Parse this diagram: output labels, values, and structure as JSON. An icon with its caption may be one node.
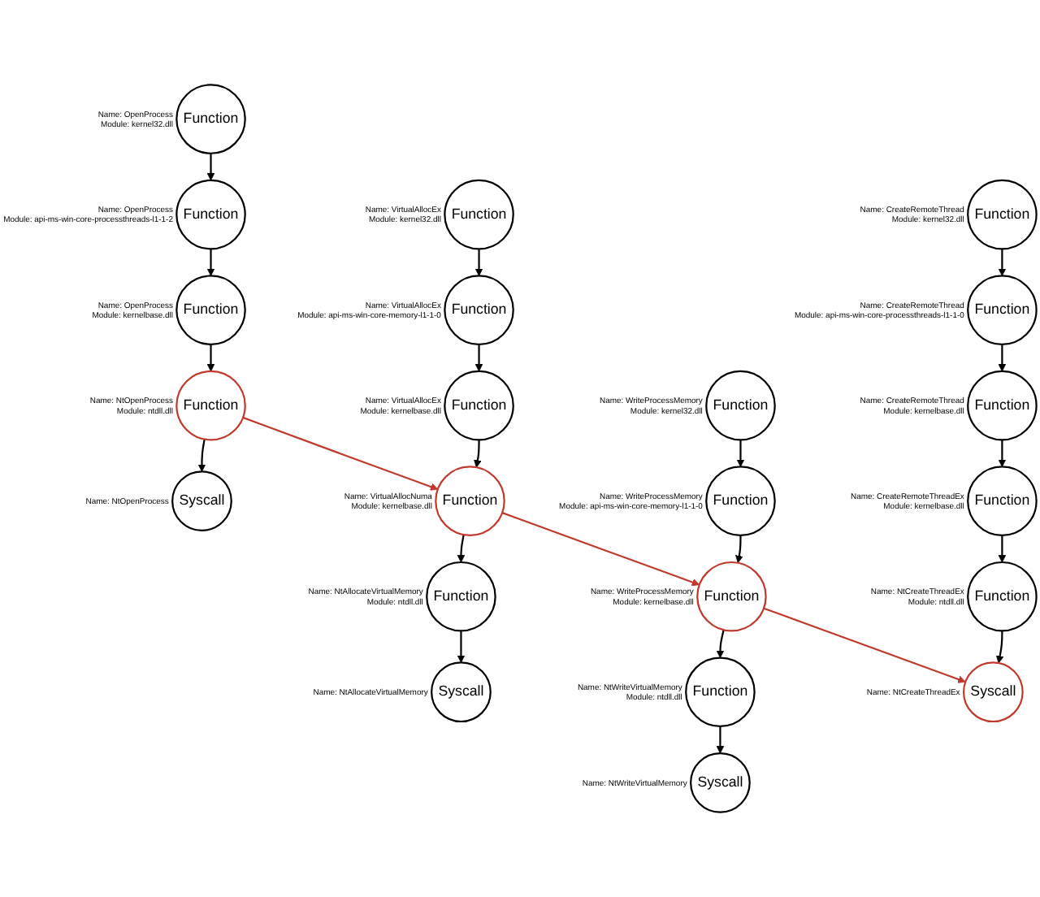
{
  "diagram": {
    "nodes": [
      {
        "text": [
          "Function"
        ],
        "beside": [
          "Name: OpenProcess",
          "Module: kernel32.dll"
        ]
      },
      {
        "text": [
          "Function"
        ],
        "beside": [
          "Name: OpenProcess",
          "Module: api-ms-win-core-processthreads-l1-1-2"
        ]
      },
      {
        "text": [
          "Function"
        ],
        "beside": [
          "Name: OpenProcess",
          "Module: kernelbase.dll"
        ]
      },
      {
        "text": [
          "Function"
        ],
        "beside": [
          "Name: NtOpenProcess",
          "Module: ntdll.dll"
        ]
      },
      {
        "text": [
          "Syscall"
        ],
        "beside": [
          "Name: NtOpenProcess"
        ]
      },
      {
        "text": [
          "Function"
        ],
        "beside": [
          "Name: VirtualAllocEx",
          "Module: kernel32.dll"
        ]
      },
      {
        "text": [
          "Function"
        ],
        "beside": [
          "Name: VirtualAllocEx",
          "Module: api-ms-win-core-memory-l1-1-0"
        ]
      },
      {
        "text": [
          "Function"
        ],
        "beside": [
          "Name: VirtualAllocEx",
          "Module: kernelbase.dll"
        ]
      },
      {
        "text": [
          "Function"
        ],
        "beside": [
          "Name: VirtualAllocNuma",
          "Module: kernelbase.dll"
        ]
      },
      {
        "text": [
          "Function"
        ],
        "beside": [
          "Name: NtAllocateVirtualMemory",
          "Module: ntdll.dll"
        ]
      },
      {
        "text": [
          "Syscall"
        ],
        "beside": [
          "Name: NtAllocateVirtualMemory"
        ]
      },
      {
        "text": [
          "Function"
        ],
        "beside": [
          "Name: WriteProcessMemory",
          "Module: kernel32.dll"
        ]
      },
      {
        "text": [
          "Function"
        ],
        "beside": [
          "Name: WriteProcessMemory",
          "Module: api-ms-win-core-memory-l1-1-0"
        ]
      },
      {
        "text": [
          "Function"
        ],
        "beside": [
          "Name: WriteProcessMemory",
          "Module: kernelbase.dll"
        ]
      },
      {
        "text": [
          "Function"
        ],
        "beside": [
          "Name: NtWriteVirtualMemory",
          "Module: ntdll.dll"
        ]
      },
      {
        "text": [
          "Syscall"
        ],
        "beside": [
          "Name: NtWriteVirtualMemory"
        ]
      },
      {
        "text": [
          "Function"
        ],
        "beside": [
          "Name: CreateRemoteThread",
          "Module: kernel32.dll"
        ]
      },
      {
        "text": [
          "Function"
        ],
        "beside": [
          "Name: CreateRemoteThread",
          "Module: api-ms-win-core-processthreads-l1-1-0"
        ]
      },
      {
        "text": [
          "Function"
        ],
        "beside": [
          "Name: CreateRemoteThread",
          "Module: kernelbase.dll"
        ]
      },
      {
        "text": [
          "Function"
        ],
        "beside": [
          "Name: CreateRemoteThreadEx",
          "Module: kernelbase.dll"
        ]
      },
      {
        "text": [
          "Function"
        ],
        "beside": [
          "Name: NtCreateThreadEx",
          "Module: ntdll.dll"
        ]
      },
      {
        "text": [
          "Syscall"
        ],
        "beside": [
          "Name: NtCreateThreadEx"
        ]
      }
    ],
    "edges": [
      {
        "from": 0,
        "to": 1,
        "arrow": "to"
      },
      {
        "from": 1,
        "to": 2,
        "arrow": "to"
      },
      {
        "from": 2,
        "to": 3,
        "arrow": "to"
      },
      {
        "from": 3,
        "to": 4,
        "arrow": "to"
      },
      {
        "from": 5,
        "to": 6,
        "arrow": "to"
      },
      {
        "from": 6,
        "to": 7,
        "arrow": "to"
      },
      {
        "from": 7,
        "to": 8,
        "arrow": "to"
      },
      {
        "from": 8,
        "to": 9,
        "arrow": "to"
      },
      {
        "from": 9,
        "to": 10,
        "arrow": "to"
      },
      {
        "from": 11,
        "to": 12,
        "arrow": "to"
      },
      {
        "from": 12,
        "to": 13,
        "arrow": "to"
      },
      {
        "from": 13,
        "to": 14,
        "arrow": "to"
      },
      {
        "from": 14,
        "to": 15,
        "arrow": "to"
      },
      {
        "from": 16,
        "to": 17,
        "arrow": "to"
      },
      {
        "from": 17,
        "to": 18,
        "arrow": "to"
      },
      {
        "from": 18,
        "to": 19,
        "arrow": "to"
      },
      {
        "from": 19,
        "to": 20,
        "arrow": "to"
      },
      {
        "from": 20,
        "to": 21,
        "arrow": "to"
      },
      {
        "from": 3,
        "to": 8,
        "arrow": "to",
        "color": "#c0392b"
      },
      {
        "from": 8,
        "to": 13,
        "arrow": "to",
        "color": "#c0392b"
      },
      {
        "from": 13,
        "to": 21,
        "arrow": "to",
        "color": "#c0392b"
      }
    ]
  }
}
